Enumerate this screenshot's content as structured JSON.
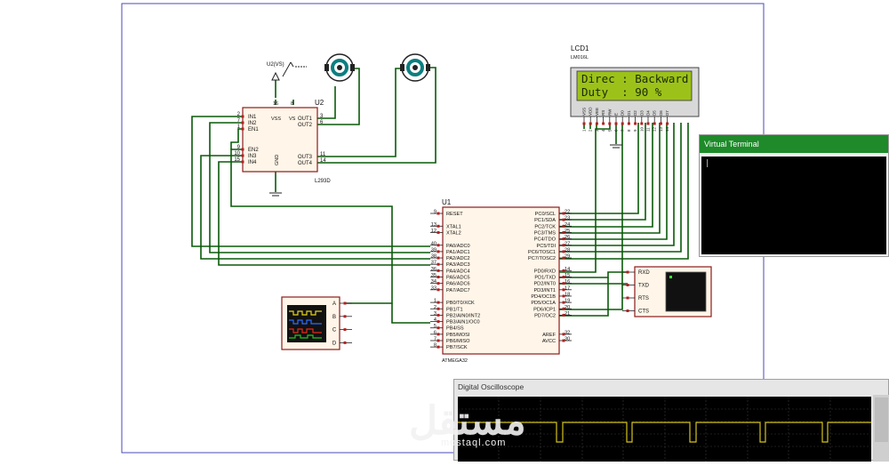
{
  "lcd": {
    "ref": "LCD1",
    "part": "LM016L",
    "line1": "Direc : Backward",
    "line2": "Duty  : 90 %",
    "pins": [
      "VSS",
      "VDD",
      "VEE",
      "RS",
      "RW",
      "E",
      "D0",
      "D1",
      "D2",
      "D3",
      "D4",
      "D5",
      "D6",
      "D7"
    ],
    "pin_numbers": [
      "1",
      "2",
      "3",
      "4",
      "5",
      "6",
      "7",
      "8",
      "9",
      "10",
      "11",
      "12",
      "13",
      "14"
    ]
  },
  "driver": {
    "ref": "U2",
    "part": "L293D",
    "left_pins": [
      "IN1",
      "IN2",
      "EN1",
      "EN2",
      "IN3",
      "IN4"
    ],
    "left_pin_numbers": [
      "2",
      "7",
      "1",
      "9",
      "10",
      "15"
    ],
    "right_pins": [
      "OUT1",
      "OUT2",
      "OUT3",
      "OUT4"
    ],
    "right_pin_numbers": [
      "3",
      "6",
      "11",
      "14"
    ],
    "top_pins": [
      "VSS",
      "VS"
    ],
    "top_pin_numbers": [
      "16",
      "8"
    ],
    "bottom_pin": "GND",
    "supply_label": "U2(VS)"
  },
  "mcu": {
    "ref": "U1",
    "part": "ATMEGA32",
    "left_pins": [
      "RESET",
      "",
      "XTAL1",
      "XTAL2",
      "",
      "PA0/ADC0",
      "PA1/ADC1",
      "PA2/ADC2",
      "PA3/ADC3",
      "PA4/ADC4",
      "PA5/ADC5",
      "PA6/ADC6",
      "PA7/ADC7",
      "",
      "PB0/T0/XCK",
      "PB1/T1",
      "PB2/AIN0/INT2",
      "PB3/AIN1/OC0",
      "PB4/SS",
      "PB5/MOSI",
      "PB6/MISO",
      "PB7/SCK"
    ],
    "left_pin_numbers": [
      "9",
      "",
      "13",
      "12",
      "",
      "40",
      "39",
      "38",
      "37",
      "36",
      "35",
      "34",
      "33",
      "",
      "1",
      "2",
      "3",
      "4",
      "5",
      "6",
      "7",
      "8"
    ],
    "right_pins": [
      "PC0/SCL",
      "PC1/SDA",
      "PC2/TCK",
      "PC3/TMS",
      "PC4/TDO",
      "PC5/TDI",
      "PC6/TOSC1",
      "PC7/TOSC2",
      "",
      "PD0/RXD",
      "PD1/TXD",
      "PD2/INT0",
      "PD3/INT1",
      "PD4/OC1B",
      "PD5/OC1A",
      "PD6/ICP1",
      "PD7/OC2",
      "",
      "",
      "AREF",
      "AVCC"
    ],
    "right_pin_numbers": [
      "22",
      "23",
      "24",
      "25",
      "26",
      "27",
      "28",
      "29",
      "",
      "14",
      "15",
      "16",
      "17",
      "18",
      "19",
      "20",
      "21",
      "",
      "",
      "32",
      "30"
    ]
  },
  "terminal_symbol": {
    "pins": [
      "RXD",
      "TXD",
      "RTS",
      "CTS"
    ]
  },
  "scope_symbol": {
    "channels": [
      "A",
      "B",
      "C",
      "D"
    ]
  },
  "virtual_terminal": {
    "title": "Virtual Terminal",
    "content": "|"
  },
  "digital_oscilloscope": {
    "title": "Digital Oscilloscope"
  },
  "watermark": {
    "text": "مستقل",
    "sub": "mostaql.com"
  },
  "colors": {
    "wire": "#0a5a0a",
    "component_body": "#fff5e8",
    "component_border": "#8c1b1b",
    "lcd_screen": "#9cc21a",
    "frame": "#4a4ab8",
    "terminal_title": "#1e8a2a",
    "scope_trace": "#d4c31c"
  }
}
